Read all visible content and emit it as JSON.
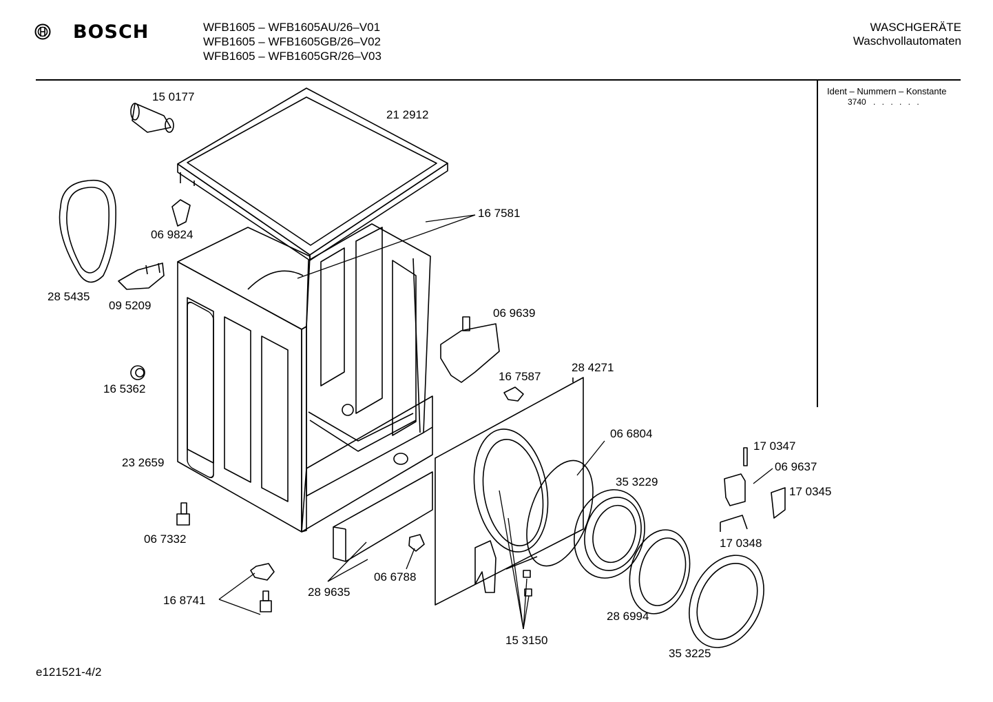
{
  "header": {
    "brand": "BOSCH",
    "models": [
      "WFB1605 – WFB1605AU/26–V01",
      "WFB1605 – WFB1605GB/26–V02",
      "WFB1605 – WFB1605GR/26–V03"
    ],
    "category": "WASCHGERÄTE",
    "subcategory": "Waschvollautomaten"
  },
  "ident": {
    "title": "Ident – Nummern – Konstante",
    "value": "3740",
    "dots": ". .  . . . ."
  },
  "parts": {
    "p150177": "15 0177",
    "p212912": "21 2912",
    "p167581": "16 7581",
    "p069824": "06 9824",
    "p285435": "28 5435",
    "p095209": "09 5209",
    "p069639": "06 9639",
    "p165362": "16 5362",
    "p167587": "16 7587",
    "p284271": "28 4271",
    "p066804": "06 6804",
    "p170347": "17 0347",
    "p069637": "06 9637",
    "p353229": "35 3229",
    "p170345": "17 0345",
    "p232659": "23 2659",
    "p170348": "17 0348",
    "p067332": "06 7332",
    "p066788": "06 6788",
    "p289635": "28 9635",
    "p286994": "28 6994",
    "p168741": "16 8741",
    "p153150": "15 3150",
    "p353225": "35 3225"
  },
  "footer": {
    "code": "e121521-4/2"
  }
}
